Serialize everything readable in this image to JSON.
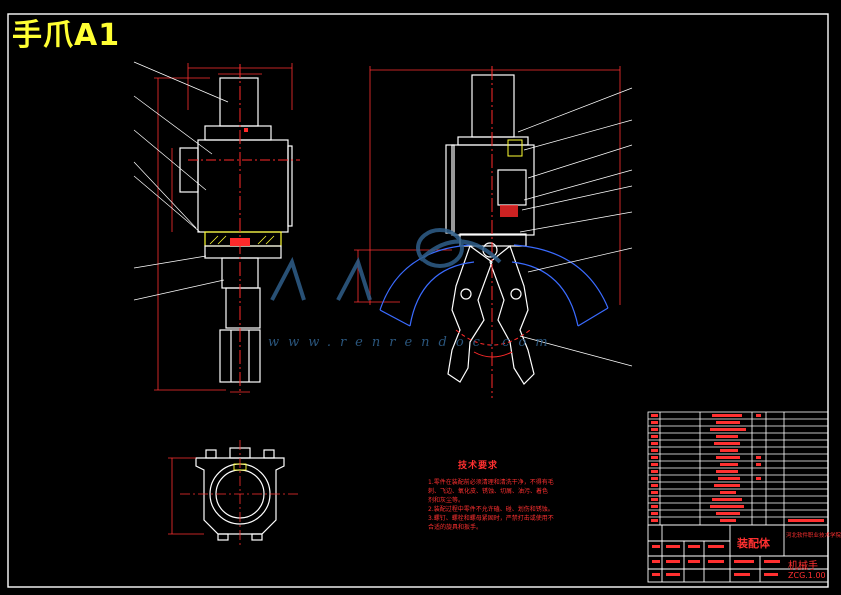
{
  "header": {
    "title": "手爪A1"
  },
  "watermark": {
    "url": "www.renrendoc.com"
  },
  "tech_requirements": {
    "title": "技术要求",
    "lines": [
      "1.零件在装配前必须清理和清洗干净，不得有毛",
      "刺、飞边、氧化皮、锈蚀、切屑、油污、着色",
      "剂和灰尘等。",
      "2.装配过程中零件不允许磕、碰、划伤和锈蚀。",
      "3.螺钉、螺栓和螺母紧固时，严禁打击或使用不",
      "合适的旋具和扳手。"
    ]
  },
  "title_block": {
    "assembly_label": "装配体",
    "part_name": "机械手",
    "drawing_number": "ZCG.1.00",
    "school": "河北软件职业技术学院"
  },
  "colors": {
    "outline": "#ffffff",
    "center_line": "#ff2a2a",
    "dimension": "#ff3030",
    "part_yellow": "#ffff33",
    "hidden_blue": "#3a6bff",
    "watermark": "#2f5f8a"
  }
}
